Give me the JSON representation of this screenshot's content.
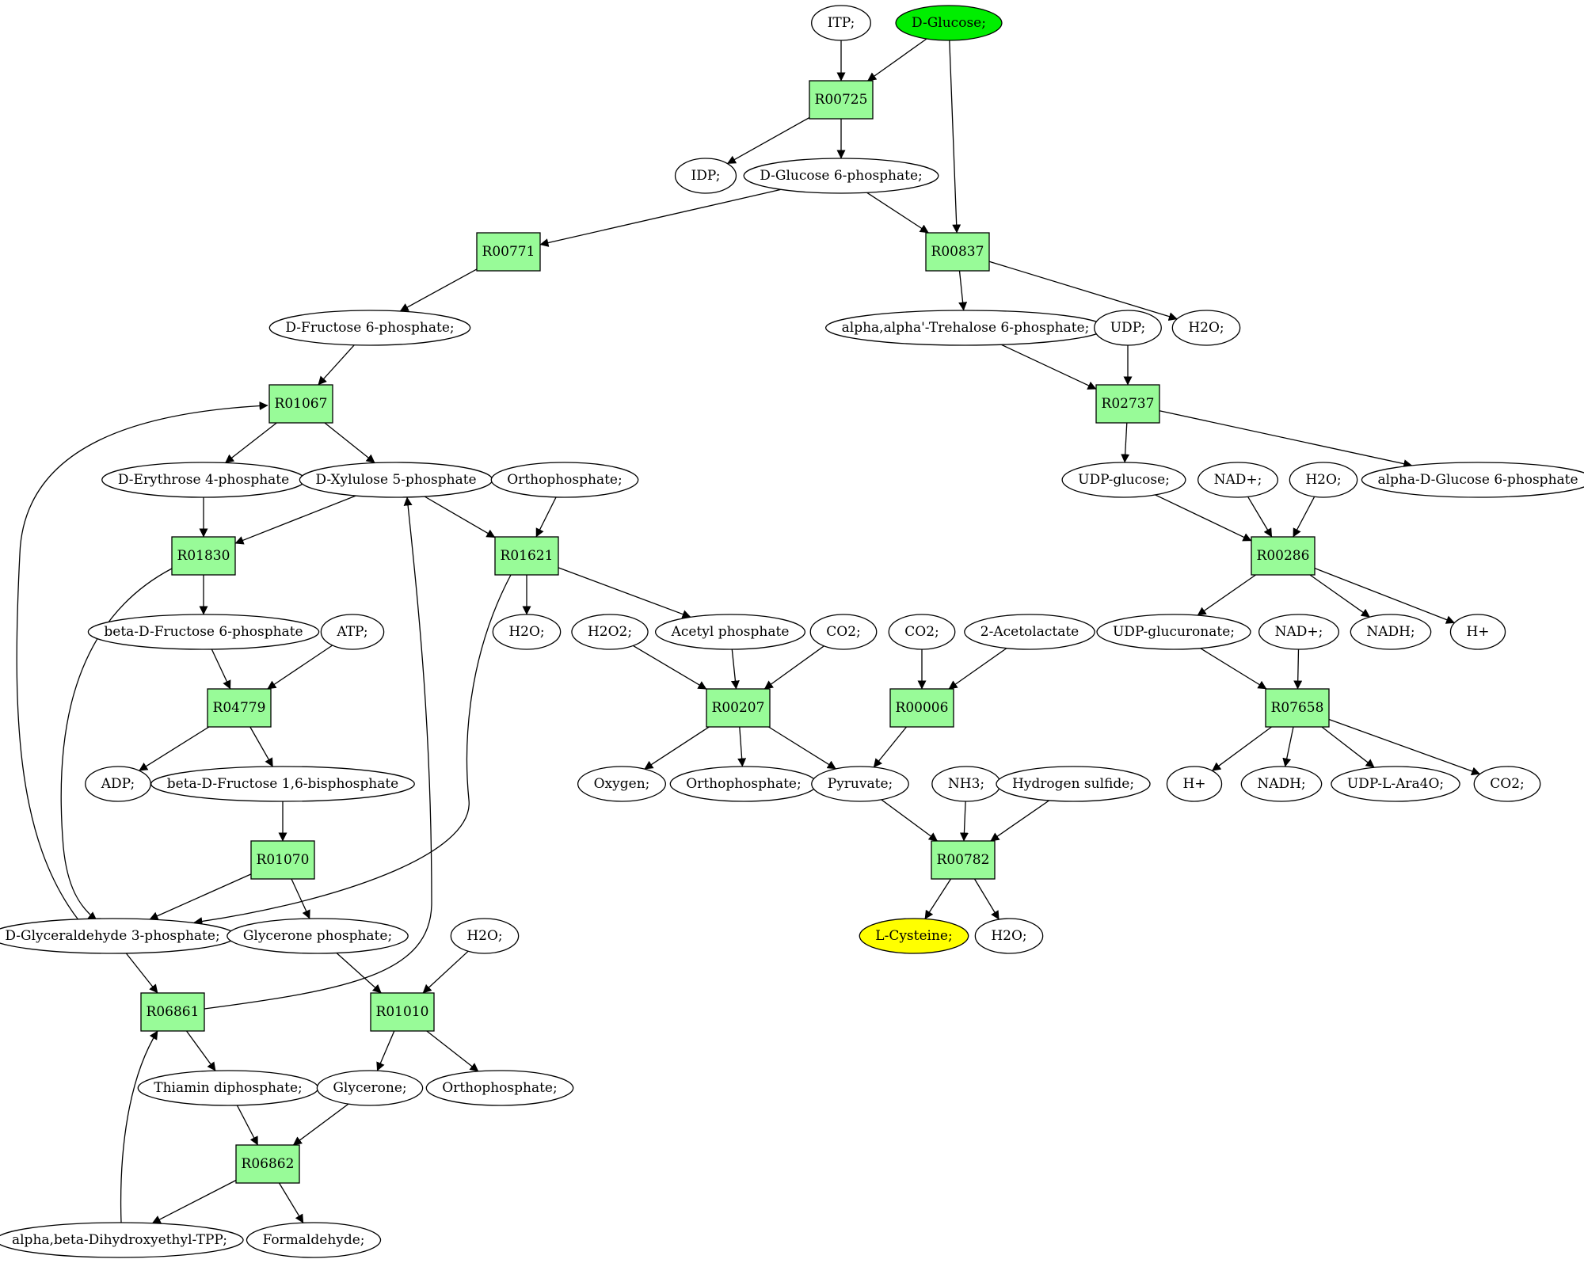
{
  "colors": {
    "reaction_fill": "#98fb98",
    "start_node_fill": "#00ee00",
    "target_node_fill": "#ffff00",
    "default_node_fill": "#ffffff",
    "edge_color": "#000000"
  },
  "nodes": [
    {
      "id": "itp",
      "kind": "compound",
      "label": "ITP;"
    },
    {
      "id": "glucose",
      "kind": "compound",
      "label": "D-Glucose;",
      "fill": "#00ee00"
    },
    {
      "id": "r00725",
      "kind": "reaction",
      "label": "R00725"
    },
    {
      "id": "idp",
      "kind": "compound",
      "label": "IDP;"
    },
    {
      "id": "g6p",
      "kind": "compound",
      "label": "D-Glucose 6-phosphate;"
    },
    {
      "id": "r00771",
      "kind": "reaction",
      "label": "R00771"
    },
    {
      "id": "r00837",
      "kind": "reaction",
      "label": "R00837"
    },
    {
      "id": "f6p",
      "kind": "compound",
      "label": "D-Fructose 6-phosphate;"
    },
    {
      "id": "t6p",
      "kind": "compound",
      "label": "alpha,alpha'-Trehalose 6-phosphate;"
    },
    {
      "id": "udp",
      "kind": "compound",
      "label": "UDP;"
    },
    {
      "id": "h2o_a",
      "kind": "compound",
      "label": "H2O;"
    },
    {
      "id": "r01067",
      "kind": "reaction",
      "label": "R01067"
    },
    {
      "id": "r02737",
      "kind": "reaction",
      "label": "R02737"
    },
    {
      "id": "e4p",
      "kind": "compound",
      "label": "D-Erythrose 4-phosphate"
    },
    {
      "id": "x5p",
      "kind": "compound",
      "label": "D-Xylulose 5-phosphate"
    },
    {
      "id": "orthop_a",
      "kind": "compound",
      "label": "Orthophosphate;"
    },
    {
      "id": "udpglc",
      "kind": "compound",
      "label": "UDP-glucose;"
    },
    {
      "id": "nadp_a",
      "kind": "compound",
      "label": "NAD+;"
    },
    {
      "id": "h2o_b",
      "kind": "compound",
      "label": "H2O;"
    },
    {
      "id": "ag6p",
      "kind": "compound",
      "label": "alpha-D-Glucose 6-phosphate"
    },
    {
      "id": "r01830",
      "kind": "reaction",
      "label": "R01830"
    },
    {
      "id": "r01621",
      "kind": "reaction",
      "label": "R01621"
    },
    {
      "id": "r00286",
      "kind": "reaction",
      "label": "R00286"
    },
    {
      "id": "bf6p",
      "kind": "compound",
      "label": "beta-D-Fructose 6-phosphate"
    },
    {
      "id": "atp",
      "kind": "compound",
      "label": "ATP;"
    },
    {
      "id": "h2o_c",
      "kind": "compound",
      "label": "H2O;"
    },
    {
      "id": "h2o2",
      "kind": "compound",
      "label": "H2O2;"
    },
    {
      "id": "acp",
      "kind": "compound",
      "label": "Acetyl phosphate"
    },
    {
      "id": "co2_a",
      "kind": "compound",
      "label": "CO2;"
    },
    {
      "id": "co2_b",
      "kind": "compound",
      "label": "CO2;"
    },
    {
      "id": "acetolac",
      "kind": "compound",
      "label": "2-Acetolactate"
    },
    {
      "id": "udpglcA",
      "kind": "compound",
      "label": "UDP-glucuronate;"
    },
    {
      "id": "nadp_b",
      "kind": "compound",
      "label": "NAD+;"
    },
    {
      "id": "nadh_a",
      "kind": "compound",
      "label": "NADH;"
    },
    {
      "id": "hplus_a",
      "kind": "compound",
      "label": "H+"
    },
    {
      "id": "r04779",
      "kind": "reaction",
      "label": "R04779"
    },
    {
      "id": "r00207",
      "kind": "reaction",
      "label": "R00207"
    },
    {
      "id": "r00006",
      "kind": "reaction",
      "label": "R00006"
    },
    {
      "id": "r07658",
      "kind": "reaction",
      "label": "R07658"
    },
    {
      "id": "adp",
      "kind": "compound",
      "label": "ADP;"
    },
    {
      "id": "fbp",
      "kind": "compound",
      "label": "beta-D-Fructose 1,6-bisphosphate"
    },
    {
      "id": "oxygen",
      "kind": "compound",
      "label": "Oxygen;"
    },
    {
      "id": "orthop_b",
      "kind": "compound",
      "label": "Orthophosphate;"
    },
    {
      "id": "pyruvate",
      "kind": "compound",
      "label": "Pyruvate;"
    },
    {
      "id": "nh3",
      "kind": "compound",
      "label": "NH3;"
    },
    {
      "id": "h2s",
      "kind": "compound",
      "label": "Hydrogen sulfide;"
    },
    {
      "id": "hplus_b",
      "kind": "compound",
      "label": "H+"
    },
    {
      "id": "nadh_b",
      "kind": "compound",
      "label": "NADH;"
    },
    {
      "id": "udpara",
      "kind": "compound",
      "label": "UDP-L-Ara4O;"
    },
    {
      "id": "co2_c",
      "kind": "compound",
      "label": "CO2;"
    },
    {
      "id": "r01070",
      "kind": "reaction",
      "label": "R01070"
    },
    {
      "id": "r00782",
      "kind": "reaction",
      "label": "R00782"
    },
    {
      "id": "gap",
      "kind": "compound",
      "label": "D-Glyceraldehyde 3-phosphate;"
    },
    {
      "id": "dhap",
      "kind": "compound",
      "label": "Glycerone phosphate;"
    },
    {
      "id": "h2o_d",
      "kind": "compound",
      "label": "H2O;"
    },
    {
      "id": "cys",
      "kind": "compound",
      "label": "L-Cysteine;",
      "fill": "#ffff00"
    },
    {
      "id": "h2o_e",
      "kind": "compound",
      "label": "H2O;"
    },
    {
      "id": "r06861",
      "kind": "reaction",
      "label": "R06861"
    },
    {
      "id": "r01010",
      "kind": "reaction",
      "label": "R01010"
    },
    {
      "id": "tpp",
      "kind": "compound",
      "label": "Thiamin diphosphate;"
    },
    {
      "id": "glycerone",
      "kind": "compound",
      "label": "Glycerone;"
    },
    {
      "id": "orthop_c",
      "kind": "compound",
      "label": "Orthophosphate;"
    },
    {
      "id": "r06862",
      "kind": "reaction",
      "label": "R06862"
    },
    {
      "id": "dhetpp",
      "kind": "compound",
      "label": "alpha,beta-Dihydroxyethyl-TPP;"
    },
    {
      "id": "formald",
      "kind": "compound",
      "label": "Formaldehyde;"
    }
  ],
  "edges": [
    {
      "from": "itp",
      "to": "r00725"
    },
    {
      "from": "glucose",
      "to": "r00725"
    },
    {
      "from": "glucose",
      "to": "r00837"
    },
    {
      "from": "r00725",
      "to": "idp"
    },
    {
      "from": "r00725",
      "to": "g6p"
    },
    {
      "from": "g6p",
      "to": "r00771"
    },
    {
      "from": "g6p",
      "to": "r00837"
    },
    {
      "from": "r00771",
      "to": "f6p"
    },
    {
      "from": "r00837",
      "to": "t6p"
    },
    {
      "from": "r00837",
      "to": "h2o_a"
    },
    {
      "from": "f6p",
      "to": "r01067"
    },
    {
      "from": "t6p",
      "to": "r02737"
    },
    {
      "from": "udp",
      "to": "r02737"
    },
    {
      "from": "r01067",
      "to": "e4p"
    },
    {
      "from": "r01067",
      "to": "x5p"
    },
    {
      "from": "r02737",
      "to": "udpglc"
    },
    {
      "from": "r02737",
      "to": "ag6p"
    },
    {
      "from": "e4p",
      "to": "r01830"
    },
    {
      "from": "x5p",
      "to": "r01830"
    },
    {
      "from": "x5p",
      "to": "r01621"
    },
    {
      "from": "orthop_a",
      "to": "r01621"
    },
    {
      "from": "udpglc",
      "to": "r00286"
    },
    {
      "from": "nadp_a",
      "to": "r00286"
    },
    {
      "from": "h2o_b",
      "to": "r00286"
    },
    {
      "from": "r01830",
      "to": "bf6p"
    },
    {
      "from": "r01830",
      "to": "gap"
    },
    {
      "from": "r01621",
      "to": "h2o_c"
    },
    {
      "from": "r01621",
      "to": "acp"
    },
    {
      "from": "r01621",
      "to": "gap"
    },
    {
      "from": "r00286",
      "to": "udpglcA"
    },
    {
      "from": "r00286",
      "to": "nadh_a"
    },
    {
      "from": "r00286",
      "to": "hplus_a"
    },
    {
      "from": "bf6p",
      "to": "r04779"
    },
    {
      "from": "atp",
      "to": "r04779"
    },
    {
      "from": "h2o2",
      "to": "r00207"
    },
    {
      "from": "acp",
      "to": "r00207"
    },
    {
      "from": "co2_a",
      "to": "r00207"
    },
    {
      "from": "co2_b",
      "to": "r00006"
    },
    {
      "from": "acetolac",
      "to": "r00006"
    },
    {
      "from": "udpglcA",
      "to": "r07658"
    },
    {
      "from": "nadp_b",
      "to": "r07658"
    },
    {
      "from": "r04779",
      "to": "adp"
    },
    {
      "from": "r04779",
      "to": "fbp"
    },
    {
      "from": "r00207",
      "to": "oxygen"
    },
    {
      "from": "r00207",
      "to": "orthop_b"
    },
    {
      "from": "r00207",
      "to": "pyruvate"
    },
    {
      "from": "r00006",
      "to": "pyruvate"
    },
    {
      "from": "r07658",
      "to": "hplus_b"
    },
    {
      "from": "r07658",
      "to": "nadh_b"
    },
    {
      "from": "r07658",
      "to": "udpara"
    },
    {
      "from": "r07658",
      "to": "co2_c"
    },
    {
      "from": "fbp",
      "to": "r01070"
    },
    {
      "from": "r01070",
      "to": "gap"
    },
    {
      "from": "r01070",
      "to": "dhap"
    },
    {
      "from": "pyruvate",
      "to": "r00782"
    },
    {
      "from": "nh3",
      "to": "r00782"
    },
    {
      "from": "h2s",
      "to": "r00782"
    },
    {
      "from": "r00782",
      "to": "cys"
    },
    {
      "from": "r00782",
      "to": "h2o_e"
    },
    {
      "from": "gap",
      "to": "r01067"
    },
    {
      "from": "gap",
      "to": "r06861"
    },
    {
      "from": "dhap",
      "to": "r01010"
    },
    {
      "from": "h2o_d",
      "to": "r01010"
    },
    {
      "from": "r06861",
      "to": "x5p"
    },
    {
      "from": "r06861",
      "to": "tpp"
    },
    {
      "from": "r01010",
      "to": "glycerone"
    },
    {
      "from": "r01010",
      "to": "orthop_c"
    },
    {
      "from": "tpp",
      "to": "r06862"
    },
    {
      "from": "glycerone",
      "to": "r06862"
    },
    {
      "from": "r06862",
      "to": "dhetpp"
    },
    {
      "from": "r06862",
      "to": "formald"
    },
    {
      "from": "dhetpp",
      "to": "r06861"
    }
  ]
}
